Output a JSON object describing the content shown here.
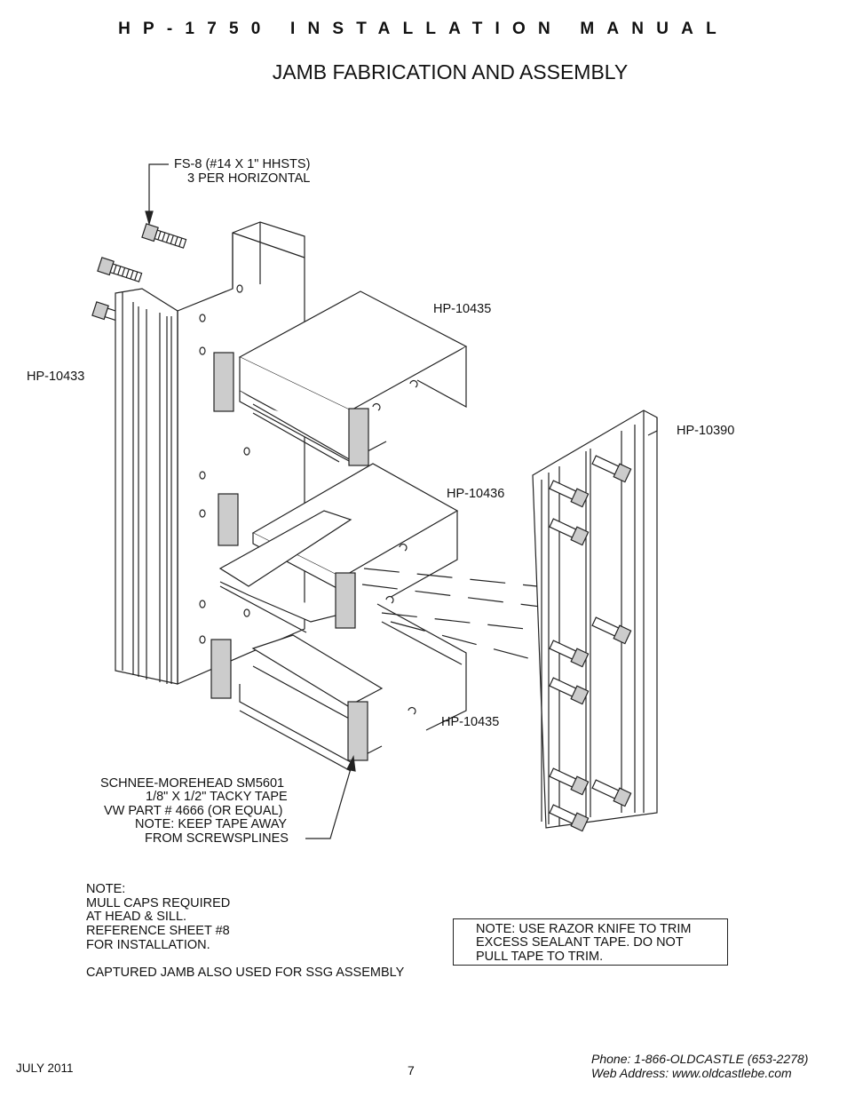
{
  "header": {
    "title": "HP-1750 INSTALLATION MANUAL",
    "subtitle": "JAMB FABRICATION AND ASSEMBLY"
  },
  "labels": {
    "fastener_line1": "FS-8 (#14 X 1\" HHSTS)",
    "fastener_line2": "3 PER HORIZONTAL",
    "jamb": "HP-10433",
    "horizontal_top": "HP-10435",
    "horizontal_mid": "HP-10436",
    "horizontal_bottom": "HP-10435",
    "mullion_cap": "HP-10390",
    "tape_line1": "SCHNEE-MOREHEAD SM5601",
    "tape_line2": "1/8\" X 1/2\" TACKY TAPE",
    "tape_line3": "VW PART # 4666 (OR EQUAL)",
    "tape_line4": "NOTE: KEEP TAPE AWAY",
    "tape_line5": "FROM SCREWSPLINES"
  },
  "notes": {
    "mull_line1": "NOTE:",
    "mull_line2": "MULL CAPS REQUIRED",
    "mull_line3": "AT HEAD & SILL.",
    "mull_line4": "REFERENCE SHEET #8",
    "mull_line5": "FOR INSTALLATION.",
    "captured": "CAPTURED JAMB ALSO USED FOR SSG ASSEMBLY",
    "box_line1": "NOTE: USE RAZOR KNIFE TO TRIM",
    "box_line2": "EXCESS SEALANT TAPE. DO NOT",
    "box_line3": "PULL TAPE TO TRIM."
  },
  "footer": {
    "date": "JULY 2011",
    "page": "7",
    "phone": "Phone: 1-866-OLDCASTLE (653-2278)",
    "web": "Web Address: www.oldcastlebe.com"
  }
}
